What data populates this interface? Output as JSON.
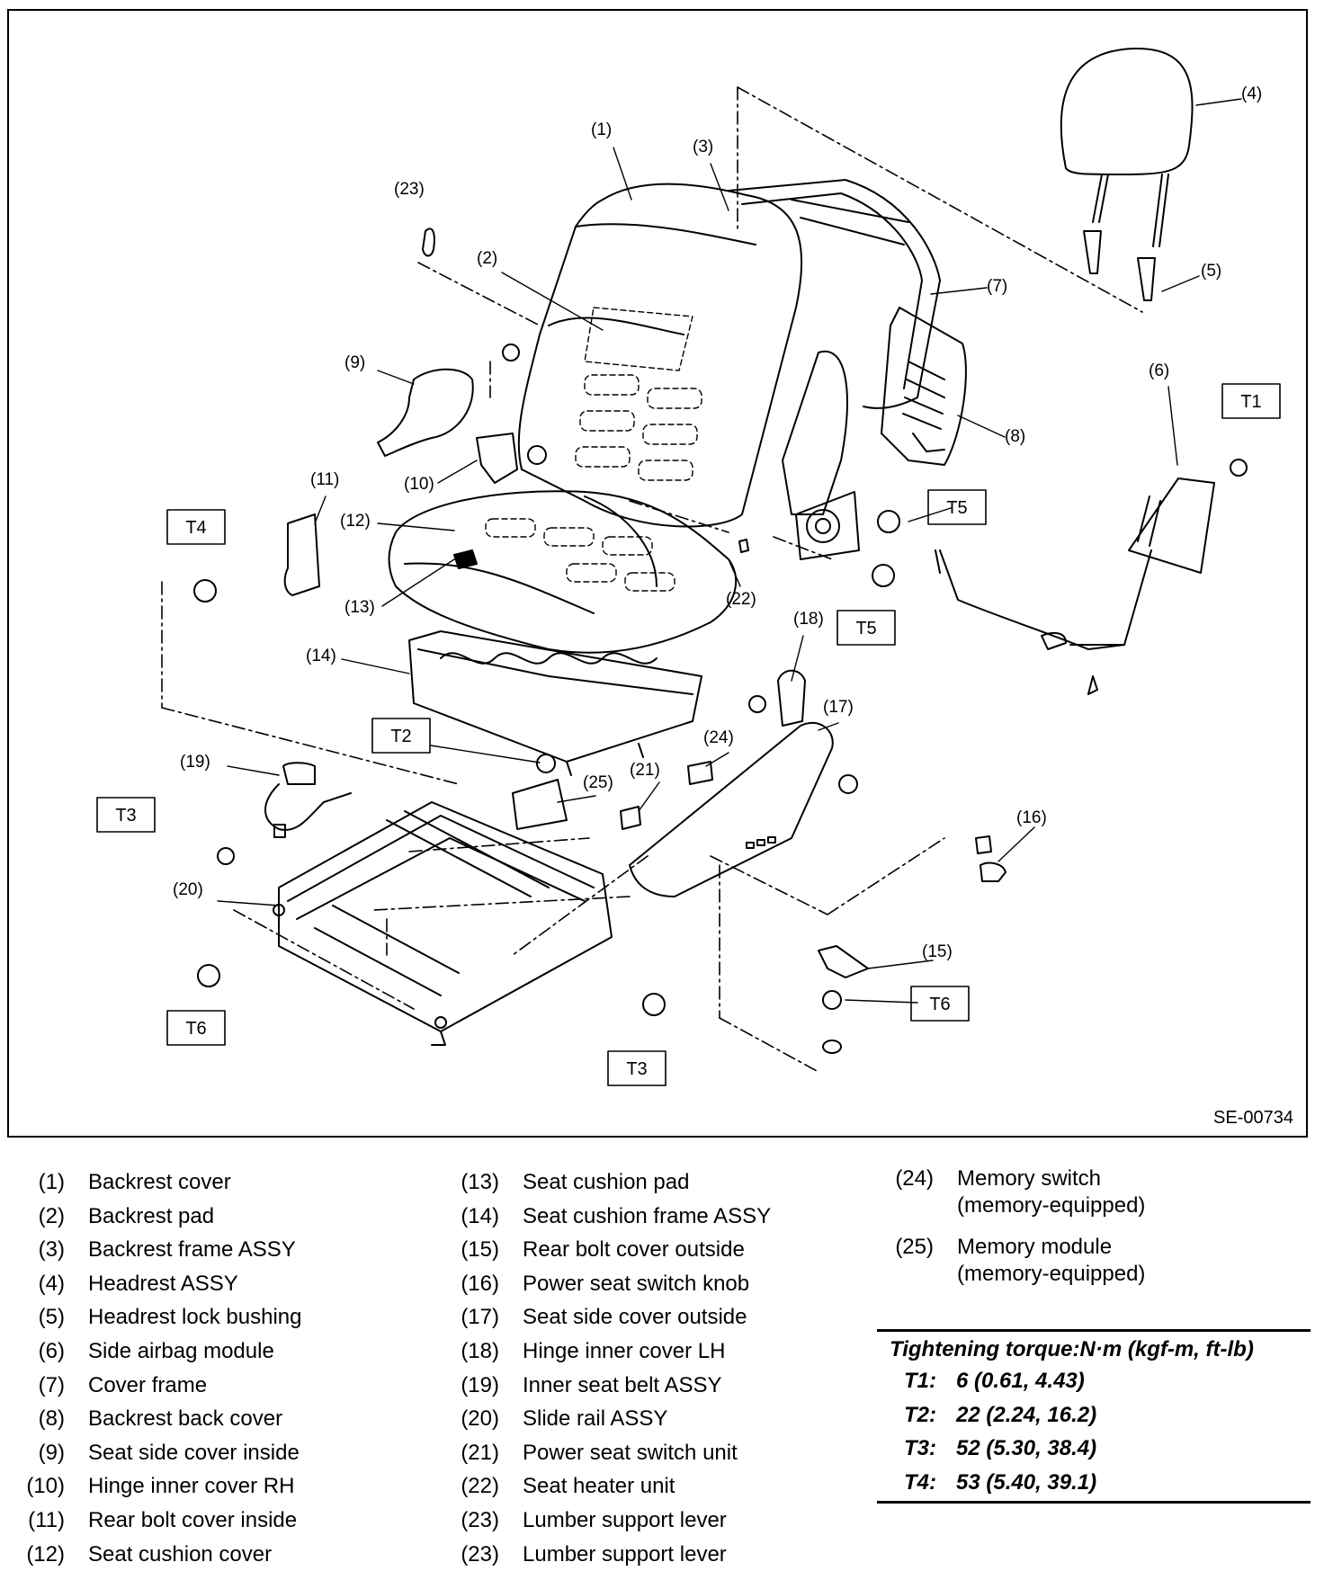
{
  "diagram": {
    "code": "SE-00734",
    "callouts": [
      "(1)",
      "(2)",
      "(3)",
      "(4)",
      "(5)",
      "(6)",
      "(7)",
      "(8)",
      "(9)",
      "(10)",
      "(11)",
      "(12)",
      "(13)",
      "(14)",
      "(15)",
      "(16)",
      "(17)",
      "(18)",
      "(19)",
      "(20)",
      "(21)",
      "(22)",
      "(23)",
      "(24)",
      "(25)"
    ],
    "torque_tags": [
      "T1",
      "T2",
      "T3",
      "T3",
      "T4",
      "T5",
      "T5",
      "T6",
      "T6"
    ]
  },
  "legend": {
    "col1": [
      {
        "num": "(1)",
        "text": "Backrest cover"
      },
      {
        "num": "(2)",
        "text": "Backrest pad"
      },
      {
        "num": "(3)",
        "text": "Backrest frame ASSY"
      },
      {
        "num": "(4)",
        "text": "Headrest ASSY"
      },
      {
        "num": "(5)",
        "text": "Headrest lock bushing"
      },
      {
        "num": "(6)",
        "text": "Side airbag module"
      },
      {
        "num": "(7)",
        "text": "Cover frame"
      },
      {
        "num": "(8)",
        "text": "Backrest back cover"
      },
      {
        "num": "(9)",
        "text": "Seat side cover inside"
      },
      {
        "num": "(10)",
        "text": "Hinge inner cover RH"
      },
      {
        "num": "(11)",
        "text": "Rear bolt cover inside"
      },
      {
        "num": "(12)",
        "text": "Seat cushion cover"
      }
    ],
    "col2": [
      {
        "num": "(13)",
        "text": "Seat cushion pad"
      },
      {
        "num": "(14)",
        "text": "Seat cushion frame ASSY"
      },
      {
        "num": "(15)",
        "text": "Rear bolt cover outside"
      },
      {
        "num": "(16)",
        "text": "Power seat switch knob"
      },
      {
        "num": "(17)",
        "text": "Seat side cover outside"
      },
      {
        "num": "(18)",
        "text": "Hinge inner cover LH"
      },
      {
        "num": "(19)",
        "text": "Inner seat belt ASSY"
      },
      {
        "num": "(20)",
        "text": "Slide rail ASSY"
      },
      {
        "num": "(21)",
        "text": "Power seat switch unit"
      },
      {
        "num": "(22)",
        "text": "Seat heater unit"
      },
      {
        "num": "(23)",
        "text": "Lumber support lever"
      },
      {
        "num": "(23)",
        "text": "Lumber support lever"
      }
    ],
    "col3": [
      {
        "num": "(24)",
        "line1": "Memory switch",
        "line2": "(memory-equipped)"
      },
      {
        "num": "(25)",
        "line1": "Memory module",
        "line2": "(memory-equipped)"
      }
    ]
  },
  "torque": {
    "heading": "Tightening torque:N·m (kgf-m, ft-lb)",
    "rows": [
      {
        "code": "T1:",
        "value": "6 (0.61, 4.43)"
      },
      {
        "code": "T2:",
        "value": "22 (2.24, 16.2)"
      },
      {
        "code": "T3:",
        "value": "52 (5.30, 38.4)"
      },
      {
        "code": "T4:",
        "value": "53 (5.40, 39.1)"
      }
    ]
  }
}
